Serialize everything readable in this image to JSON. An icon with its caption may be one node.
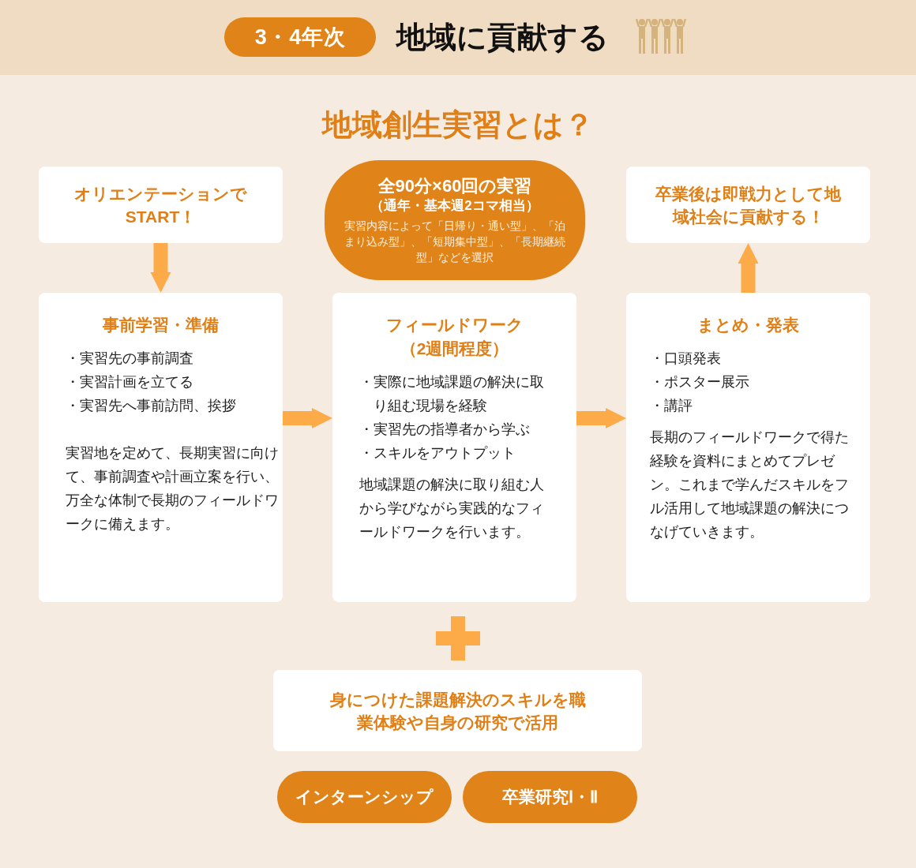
{
  "diagram": {
    "title": "地域創生実習とは？",
    "nodes": [
      {
        "text": [
          "3・4年次"
        ]
      },
      {
        "text": [
          "オリエンテーションで START！"
        ]
      },
      {
        "text": [
          "全90分×60回の実習",
          "（通年・基本週2コマ相当）",
          "実習内容によって「日帰り・通い型」、「泊まり込み型」、「短期集中型」、「長期継続型」などを選択"
        ]
      },
      {
        "text": [
          "卒業後は即戦力として地域社会に貢献する！"
        ]
      },
      {
        "text": [
          "事前学習・準備",
          "・実習先の事前調査",
          "・実習計画を立てる",
          "・実習先へ事前訪問、挨拶",
          "実習地を定めて、長期実習に向けて、事前調査や計画立案を行い、万全な体制で長期のフィールドワークに備えます。"
        ]
      },
      {
        "text": [
          "フィールドワーク（2週間程度）",
          "・実際に地域課題の解決に取り組む現場を経験",
          "・実習先の指導者から学ぶ",
          "・スキルをアウトプット",
          "地域課題の解決に取り組む人から学びながら実践的なフィールドワークを行います。"
        ]
      },
      {
        "text": [
          "まとめ・発表",
          "・口頭発表",
          "・ポスター展示",
          "・講評",
          "長期のフィールドワークで得た経験を資料にまとめてプレゼン。これまで学んだスキルをフル活用して地域課題の解決につなげていきます。"
        ]
      },
      {
        "text": [
          "身につけた課題解決のスキルを職業体験や自身の研究で活用"
        ]
      },
      {
        "text": [
          "インターンシップ"
        ]
      },
      {
        "text": [
          "卒業研究Ⅰ・Ⅱ"
        ]
      }
    ],
    "edges": [
      {
        "from": 1,
        "to": 4,
        "arrow": "to"
      },
      {
        "from": 4,
        "to": 5,
        "arrow": "to"
      },
      {
        "from": 5,
        "to": 6,
        "arrow": "to"
      },
      {
        "from": 6,
        "to": 3,
        "arrow": "to"
      }
    ],
    "labels": [
      "地域に貢献する"
    ]
  }
}
